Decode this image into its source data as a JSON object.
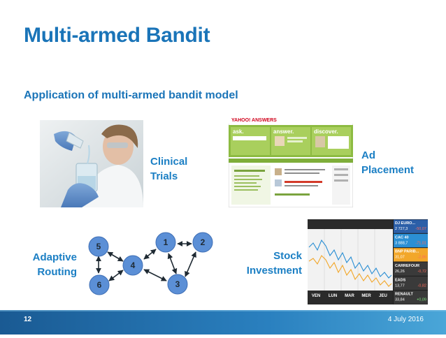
{
  "slide": {
    "title": "Multi-armed Bandit",
    "subtitle": "Application of multi-armed bandit model"
  },
  "labels": {
    "clinical_line1": "Clinical",
    "clinical_line2": "Trials",
    "ad_line1": "Ad",
    "ad_line2": "Placement",
    "routing_line1": "Adaptive",
    "routing_line2": "Routing",
    "stock_line1": "Stock",
    "stock_line2": "Investment"
  },
  "graph": {
    "nodes": [
      "1",
      "2",
      "3",
      "4",
      "5",
      "6"
    ]
  },
  "yahoo": {
    "brand": "YAHOO! ANSWERS",
    "tab_ask": "ask.",
    "tab_answer": "answer.",
    "tab_discover": "discover."
  },
  "stock": {
    "tickers": [
      {
        "name": "DJ EURO...",
        "value": "2 727,3",
        "change": "-50,07",
        "color": "#2c5fa8"
      },
      {
        "name": "CAC 40",
        "value": "3 888,7",
        "change": "-71,01",
        "color": "#2b8fd4"
      },
      {
        "name": "BNP PARIB...",
        "value": "31,07",
        "change": "-2,86",
        "color": "#f2a72a"
      },
      {
        "name": "CARREFOUR",
        "value": "26,26",
        "change": "-0,72",
        "color": "#3a3a3a"
      },
      {
        "name": "EADS",
        "value": "13,77",
        "change": "-0,82",
        "color": "#3a3a3a"
      },
      {
        "name": "RENAULT",
        "value": "33,84",
        "change": "+0,09",
        "color": "#3a3a3a"
      }
    ],
    "days": [
      "VEN",
      "LUN",
      "MAR",
      "MER",
      "JEU"
    ]
  },
  "footer": {
    "page_number": "12",
    "date": "4 July 2016"
  },
  "colors": {
    "title": "#1a74b8",
    "label": "#1b7fc4",
    "footer_bar": "#1a5a93",
    "node_fill": "#5b8fd6"
  }
}
